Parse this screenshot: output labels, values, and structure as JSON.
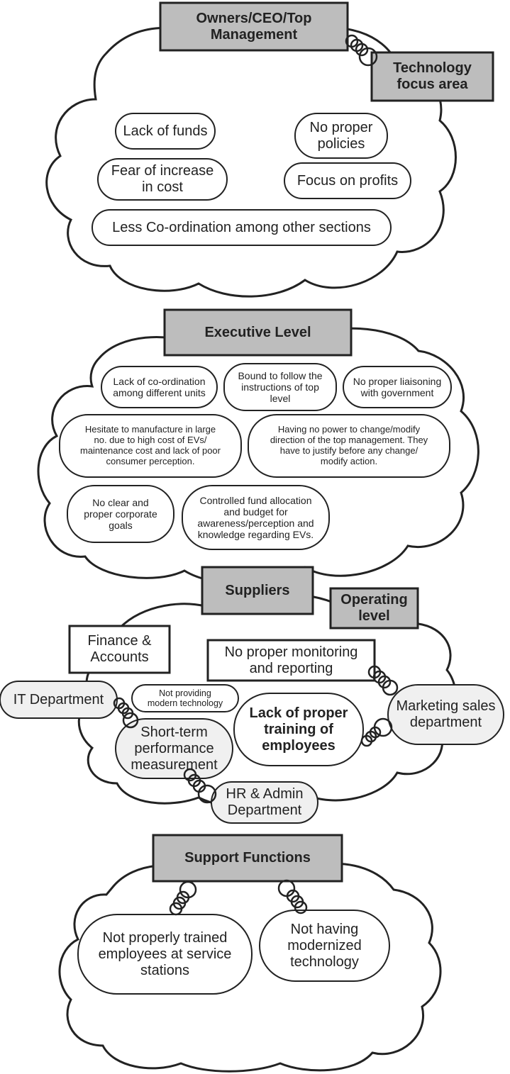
{
  "sections": {
    "top": {
      "header": "Owners/CEO/Top\nManagement",
      "side_header": "Technology\nfocus area",
      "items": [
        "Lack of funds",
        "No proper\npolicies",
        "Fear of increase\nin cost",
        "Focus on profits",
        "Less Co-ordination among other sections"
      ]
    },
    "executive": {
      "header": "Executive Level",
      "items": [
        "Lack of co-ordination\namong different units",
        "Bound to follow the\ninstructions of top\nlevel",
        "No proper liaisoning\nwith government",
        "Hesitate to manufacture in large\nno. due to high cost of EVs/\nmaintenance cost and lack of poor\nconsumer perception.",
        "Having no power to change/modify\ndirection of the top management. They\nhave to justify before any change/\nmodify action.",
        "No clear and\nproper corporate\ngoals",
        "Controlled fund allocation\nand budget for\nawareness/perception and\nknowledge regarding EVs."
      ]
    },
    "operating": {
      "suppliers_header": "Suppliers",
      "header": "Operating\nlevel",
      "finance": "Finance &\nAccounts",
      "monitoring": "No proper monitoring\nand reporting",
      "it_department": "IT Department",
      "modern_tech": "Not providing\nmodern technology",
      "training": "Lack of proper\ntraining of\nemployees",
      "marketing": "Marketing sales\ndepartment",
      "short_term": "Short-term\nperformance\nmeasurement",
      "hr_admin": "HR & Admin\nDepartment"
    },
    "support": {
      "header": "Support Functions",
      "items": [
        "Not properly trained\nemployees at service\nstations",
        "Not having\nmodernized\ntechnology"
      ]
    }
  },
  "colors": {
    "header_fill": "#bdbdbd",
    "grey_pill_fill": "#f0f0f0",
    "stroke": "#222222"
  }
}
